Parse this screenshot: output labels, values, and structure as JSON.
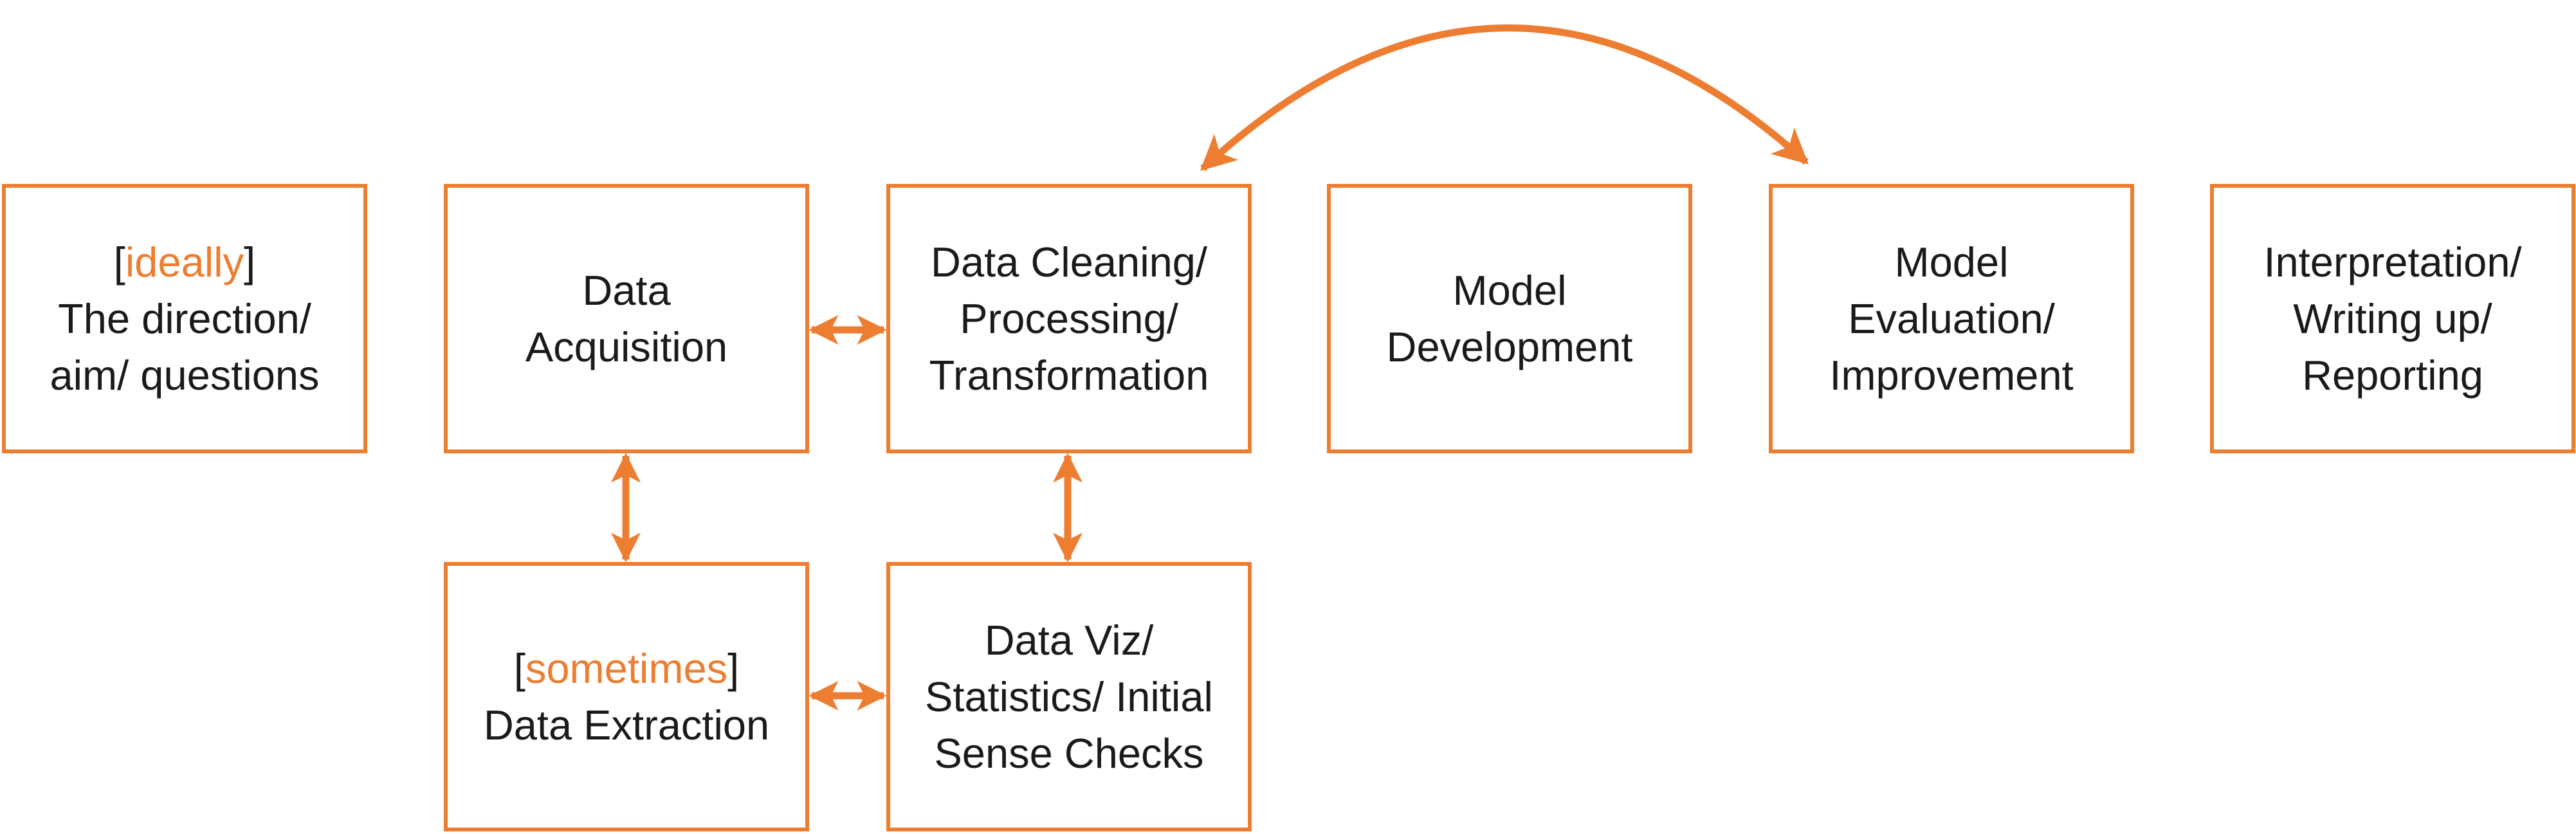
{
  "accent_color": "#ED7D31",
  "text_color": "#1a1a1a",
  "boxes": {
    "aim": {
      "tag_open": "[",
      "tag": "ideally",
      "tag_close": "]",
      "line1": "The direction/",
      "line2": "aim/ questions"
    },
    "acquisition": {
      "line1": "Data",
      "line2": "Acquisition"
    },
    "cleaning": {
      "line1": "Data Cleaning/",
      "line2": "Processing/",
      "line3": "Transformation"
    },
    "model_dev": {
      "line1": "Model",
      "line2": "Development"
    },
    "evaluation": {
      "line1": "Model",
      "line2": "Evaluation/",
      "line3": "Improvement"
    },
    "interpretation": {
      "line1": "Interpretation/",
      "line2": "Writing up/",
      "line3": "Reporting"
    },
    "extraction": {
      "tag_open": "[",
      "tag": "sometimes",
      "tag_close": "]",
      "line1": "Data Extraction"
    },
    "viz": {
      "line1": "Data Viz/",
      "line2": "Statistics/ Initial",
      "line3": "Sense Checks"
    }
  },
  "connectors": [
    {
      "from": "acquisition",
      "to": "cleaning",
      "kind": "bidirectional"
    },
    {
      "from": "acquisition",
      "to": "extraction",
      "kind": "bidirectional"
    },
    {
      "from": "cleaning",
      "to": "viz",
      "kind": "bidirectional"
    },
    {
      "from": "extraction",
      "to": "viz",
      "kind": "bidirectional"
    },
    {
      "from": "cleaning",
      "to": "evaluation",
      "kind": "bidirectional-arc"
    }
  ]
}
